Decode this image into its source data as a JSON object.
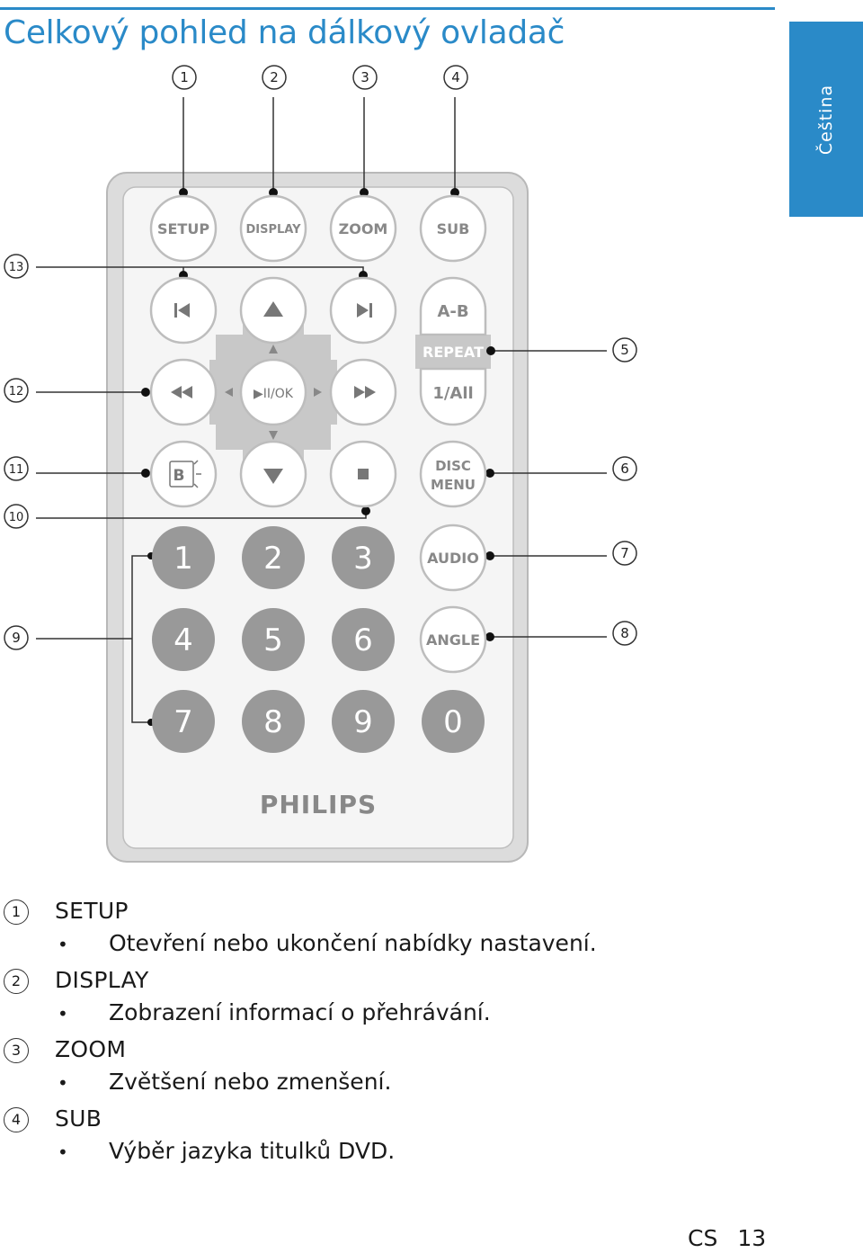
{
  "page": {
    "title": "Celkový pohled na dálkový ovladač",
    "language_tab": "Čeština",
    "accent_color": "#2a8ac8"
  },
  "callouts": [
    "1",
    "2",
    "3",
    "4",
    "5",
    "6",
    "7",
    "8",
    "9",
    "10",
    "11",
    "12",
    "13"
  ],
  "remote": {
    "brand": "PHILIPS",
    "buttons": {
      "setup": "SETUP",
      "display": "DISPLAY",
      "zoom": "ZOOM",
      "sub": "SUB",
      "ab": "A-B",
      "repeat": "REPEAT",
      "all": "1/All",
      "ok": "▶II/OK",
      "disc": "DISC",
      "menu": "MENU",
      "audio": "AUDIO",
      "angle": "ANGLE",
      "b": "B",
      "digits": [
        "1",
        "2",
        "3",
        "4",
        "5",
        "6",
        "7",
        "8",
        "9",
        "0"
      ]
    }
  },
  "items": [
    {
      "num": "1",
      "label": "SETUP",
      "bullet": "•",
      "desc": "Otevření nebo ukončení nabídky nastavení."
    },
    {
      "num": "2",
      "label": "DISPLAY",
      "bullet": "•",
      "desc": "Zobrazení informací o přehrávání."
    },
    {
      "num": "3",
      "label": "ZOOM",
      "bullet": "•",
      "desc": "Zvětšení nebo zmenšení."
    },
    {
      "num": "4",
      "label": "SUB",
      "bullet": "•",
      "desc": "Výběr jazyka titulků DVD."
    }
  ],
  "footer": {
    "lang": "CS",
    "page": "13"
  }
}
